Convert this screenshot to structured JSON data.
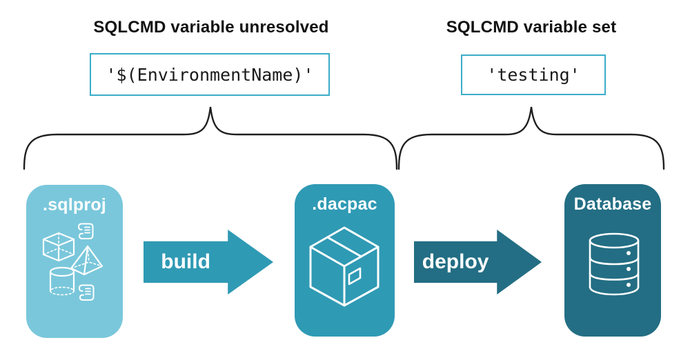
{
  "annotations": {
    "left": {
      "title": "SQLCMD variable unresolved",
      "code": "'$(EnvironmentName)'"
    },
    "right": {
      "title": "SQLCMD variable set",
      "code": "'testing'"
    }
  },
  "pipeline": {
    "nodes": [
      {
        "label": ".sqlproj",
        "icon": "sql-source-objects-icon",
        "color": "#7AC7DB"
      },
      {
        "label": ".dacpac",
        "icon": "package-box-icon",
        "color": "#2F9AB4"
      },
      {
        "label": "Database",
        "icon": "database-cylinder-icon",
        "color": "#236E84"
      }
    ],
    "arrows": [
      {
        "label": "build",
        "color": "#2F9AB4"
      },
      {
        "label": "deploy",
        "color": "#236E84"
      }
    ]
  },
  "icons": {
    "sqlproj_cluster": [
      "cube-icon",
      "scroll-icon",
      "pyramid-icon",
      "cylinder-icon",
      "scroll-icon"
    ]
  },
  "colors": {
    "background": "#FFFFFF",
    "heading_text": "#111111",
    "code_text": "#1A1A1A",
    "code_border": "#3AACC9",
    "brace_stroke": "#1F1F1F",
    "icon_stroke": "#FFFFFF",
    "node_label_text": "#FFFFFF",
    "node_sqlproj": "#7AC7DB",
    "node_dacpac": "#2F9AB4",
    "node_database": "#236E84",
    "arrow_build": "#2F9AB4",
    "arrow_deploy": "#236E84"
  }
}
